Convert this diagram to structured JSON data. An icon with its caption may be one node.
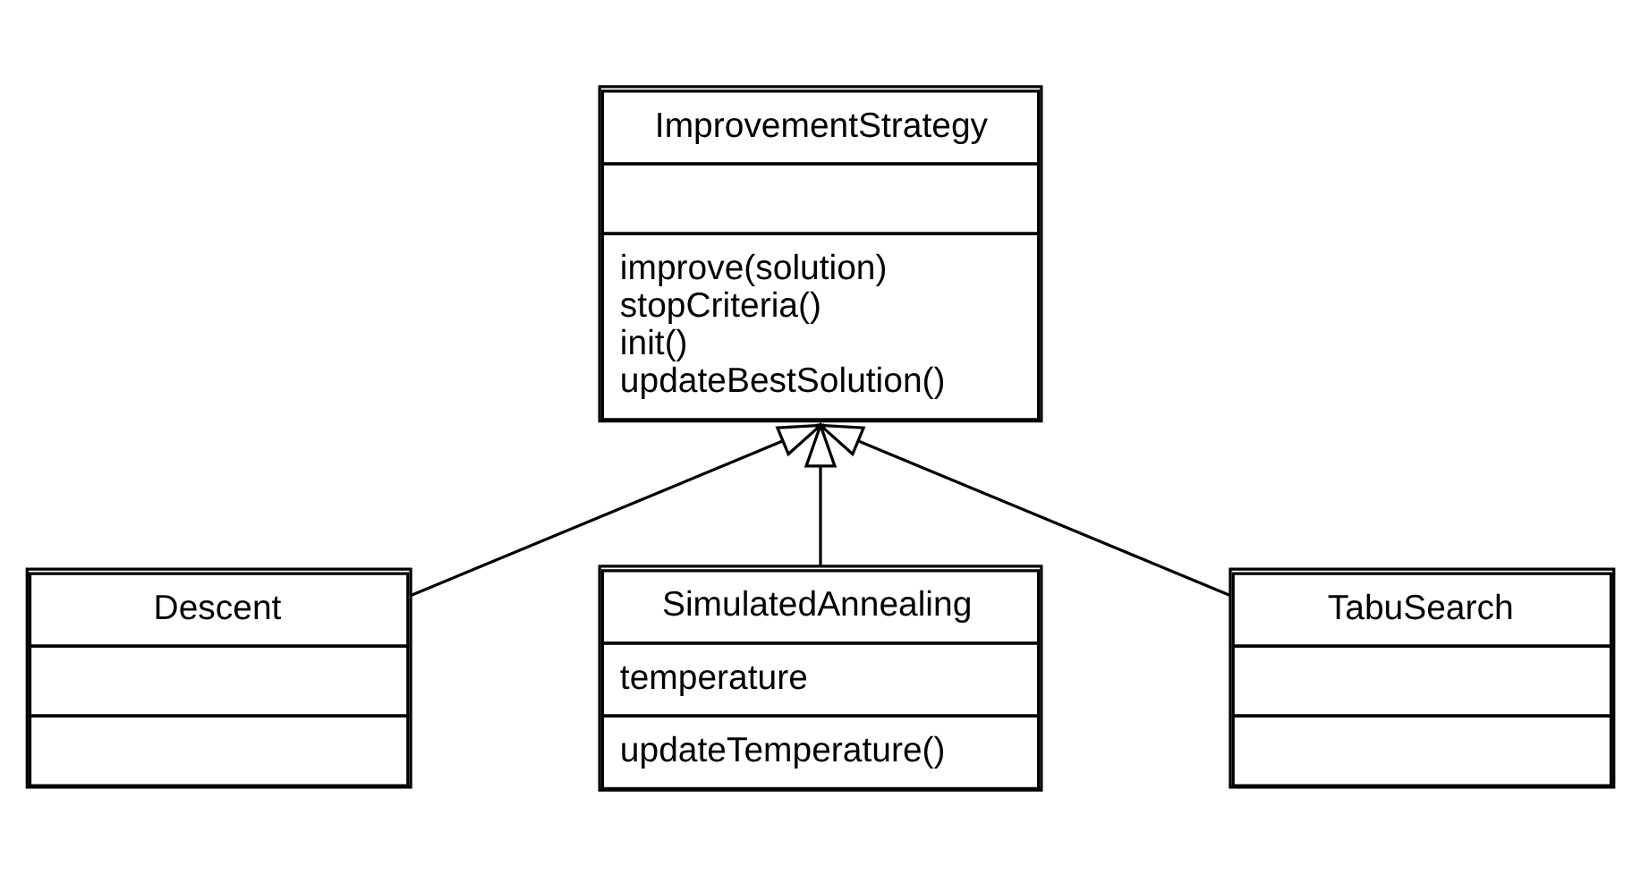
{
  "diagram": {
    "nodes": [
      {
        "text": [
          "ImprovementStrategy",
          "improve(solution)",
          "stopCriteria()",
          "init()",
          "updateBestSolution()"
        ]
      },
      {
        "text": [
          "Descent"
        ]
      },
      {
        "text": [
          "SimulatedAnnealing",
          "temperature",
          "updateTemperature()"
        ]
      },
      {
        "text": [
          "TabuSearch"
        ]
      }
    ],
    "edges": [
      {
        "from": 1,
        "to": 0,
        "arrow": "to"
      },
      {
        "from": 2,
        "to": 0,
        "arrow": "to"
      },
      {
        "from": 3,
        "to": 0,
        "arrow": "to"
      }
    ]
  }
}
